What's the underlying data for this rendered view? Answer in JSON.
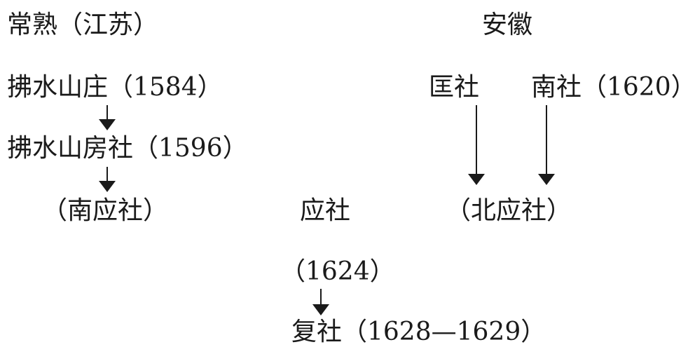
{
  "diagram": {
    "regions": {
      "changshu": "常熟（江苏）",
      "anhui": "安徽"
    },
    "nodes": {
      "fushui_shanzhuang": "拂水山庄（1584）",
      "fushui_shanfangshe": "拂水山房社（1596）",
      "nan_yingshe": "（南应社）",
      "yingshe": "应社",
      "yingshe_year": "（1624）",
      "fushe": "复社（1628—1629）",
      "kuangshe": "匡社",
      "nanshe": "南社（1620）",
      "bei_yingshe": "（北应社）"
    }
  }
}
